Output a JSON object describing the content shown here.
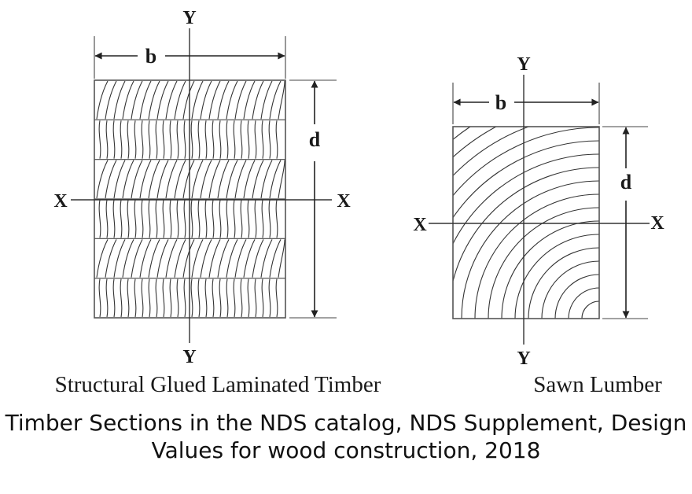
{
  "glulam": {
    "name": "Structural Glued Laminated Timber",
    "width_label": "b",
    "depth_label": "d",
    "axis_x_left": "X",
    "axis_x_right": "X",
    "axis_y_top": "Y",
    "axis_y_bottom": "Y",
    "lamination_count": 6
  },
  "sawn": {
    "name": "Sawn Lumber",
    "width_label": "b",
    "depth_label": "d",
    "axis_x_left": "X",
    "axis_x_right": "X",
    "axis_y_top": "Y",
    "axis_y_bottom": "Y"
  },
  "caption": "Timber Sections in the NDS catalog, NDS Supplement, Design Values for wood construction, 2018"
}
